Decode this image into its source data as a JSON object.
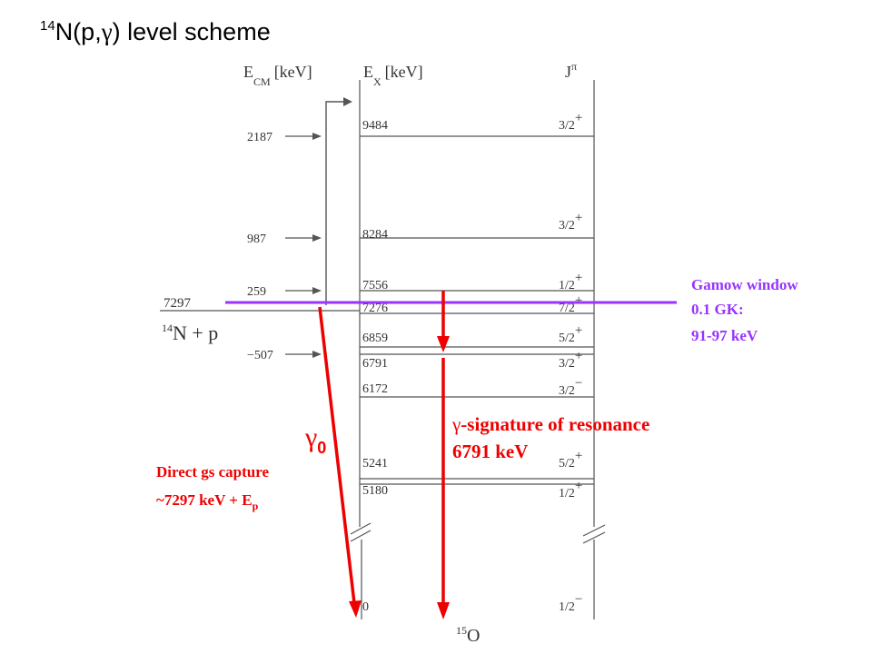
{
  "title": {
    "super": "14",
    "main": "N(p,",
    "gamma": "γ",
    "rest": ") level scheme"
  },
  "headers": {
    "ecm": "E",
    "ecm_sub": "CM",
    "ecm_unit": "[keV]",
    "ex": "E",
    "ex_sub": "X",
    "ex_unit": "[keV]",
    "j": "J",
    "j_sup": "π"
  },
  "threshold": {
    "value": "7297",
    "super": "14",
    "label": "N + p"
  },
  "ecm_values": [
    {
      "text": "2187",
      "level": "9484"
    },
    {
      "text": "987",
      "level": "8284"
    },
    {
      "text": "259",
      "level": "7556"
    },
    {
      "text": "−507",
      "level": "6791"
    }
  ],
  "levels": [
    {
      "energy": "9484",
      "spin": "3/2",
      "parity": "+"
    },
    {
      "energy": "8284",
      "spin": "3/2",
      "parity": "+"
    },
    {
      "energy": "7556",
      "spin": "1/2",
      "parity": "+"
    },
    {
      "energy": "7276",
      "spin": "7/2",
      "parity": "+"
    },
    {
      "energy": "6859",
      "spin": "5/2",
      "parity": "+"
    },
    {
      "energy": "6791",
      "spin": "3/2",
      "parity": "+"
    },
    {
      "energy": "6172",
      "spin": "3/2",
      "parity": "−"
    },
    {
      "energy": "5241",
      "spin": "5/2",
      "parity": "+"
    },
    {
      "energy": "5180",
      "spin": "1/2",
      "parity": "+"
    },
    {
      "energy": "0",
      "spin": "1/2",
      "parity": "−"
    }
  ],
  "nucleus": {
    "super": "15",
    "symbol": "O"
  },
  "gamow": {
    "line1": "Gamow window",
    "line2": "0.1 GK:",
    "line3": "91-97 keV",
    "color": "#9933ff"
  },
  "gamma0": {
    "symbol": "γ",
    "sub": "0"
  },
  "direct": {
    "line1": "Direct gs capture",
    "line2": "~7297 keV + E",
    "line2_sub": "p"
  },
  "signature": {
    "gamma": "γ",
    "line1": "-signature of resonance",
    "line2": "6791 keV"
  },
  "colors": {
    "red": "#ee0000",
    "purple": "#9933ff",
    "grey": "#555555"
  }
}
